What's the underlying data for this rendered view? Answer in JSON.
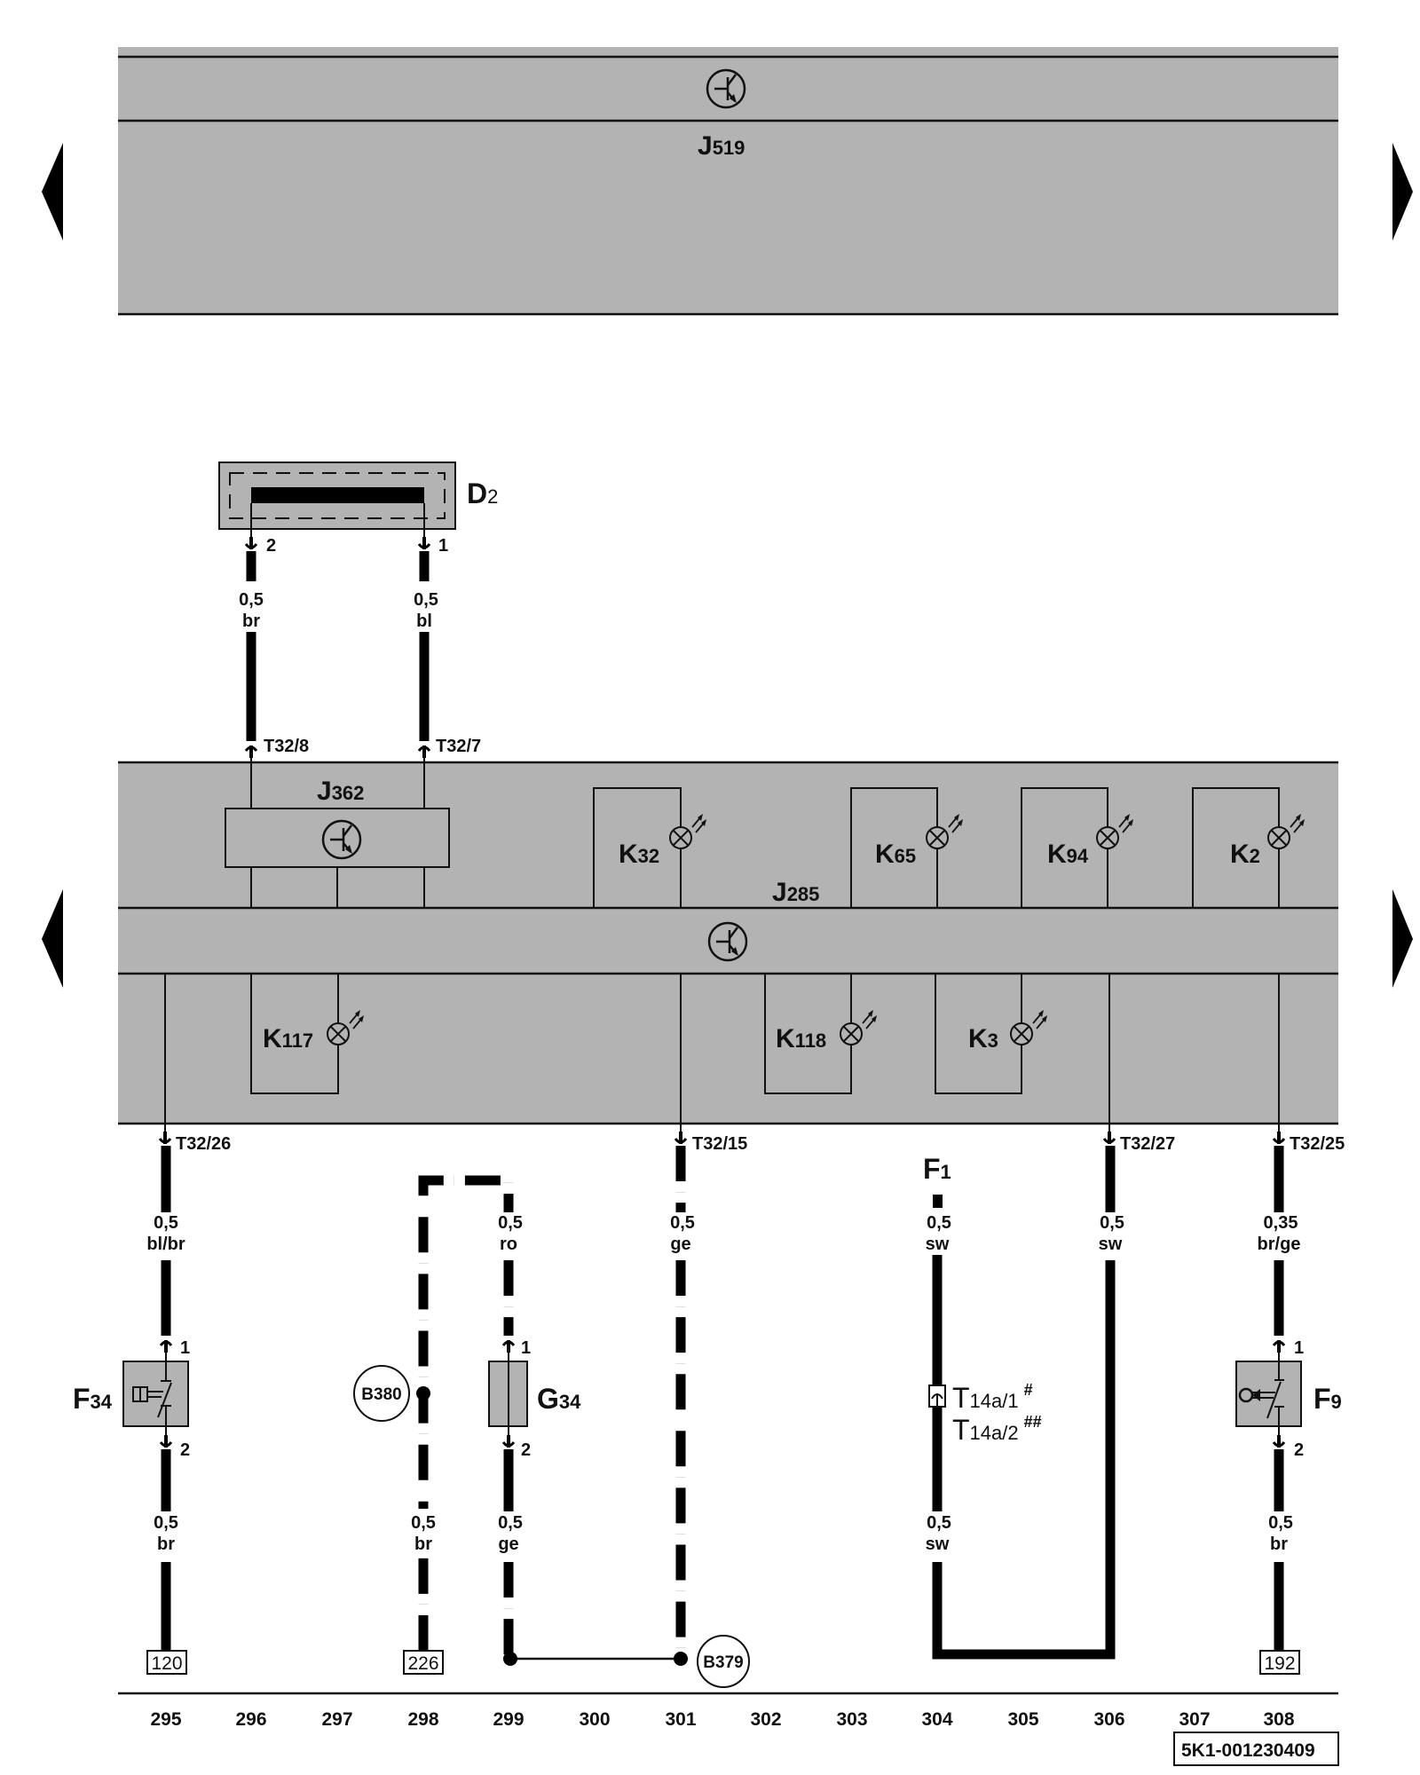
{
  "colors": {
    "module_fill": "#b3b3b3",
    "line": "#000000",
    "background": "#ffffff"
  },
  "nav": {
    "prev_icon": "triangle-left-icon",
    "next_icon": "triangle-right-icon"
  },
  "modules": {
    "j519": {
      "main": "J",
      "sub": "519",
      "icon": "transistor-icon"
    },
    "j285": {
      "main": "J",
      "sub": "285",
      "icon": "transistor-icon"
    },
    "j362": {
      "main": "J",
      "sub": "362",
      "icon": "transistor-icon"
    },
    "d2": {
      "main": "D",
      "sub": "2",
      "pin_left": "2",
      "pin_right": "1"
    }
  },
  "lamps": [
    {
      "main": "K",
      "sub": "32"
    },
    {
      "main": "K",
      "sub": "65"
    },
    {
      "main": "K",
      "sub": "94"
    },
    {
      "main": "K",
      "sub": "2"
    },
    {
      "main": "K",
      "sub": "117"
    },
    {
      "main": "K",
      "sub": "118"
    },
    {
      "main": "K",
      "sub": "3"
    }
  ],
  "connectors": {
    "t32_8": "T32/8",
    "t32_7": "T32/7",
    "t32_26": "T32/26",
    "t32_15": "T32/15",
    "t32_27": "T32/27",
    "t32_25": "T32/25"
  },
  "wires": {
    "d2_pin2": {
      "size": "0,5",
      "color": "br"
    },
    "d2_pin1": {
      "size": "0,5",
      "color": "bl"
    },
    "c295_top": {
      "size": "0,5",
      "color": "bl/br"
    },
    "c295_bot": {
      "size": "0,5",
      "color": "br"
    },
    "c298_bot": {
      "size": "0,5",
      "color": "br"
    },
    "c299_top": {
      "size": "0,5",
      "color": "ro"
    },
    "c299_bot": {
      "size": "0,5",
      "color": "ge"
    },
    "c301": {
      "size": "0,5",
      "color": "ge"
    },
    "c304_top": {
      "size": "0,5",
      "color": "sw"
    },
    "c304_bot": {
      "size": "0,5",
      "color": "sw"
    },
    "c306": {
      "size": "0,5",
      "color": "sw"
    },
    "c308_top": {
      "size": "0,35",
      "color": "br/ge"
    },
    "c308_bot": {
      "size": "0,5",
      "color": "br"
    }
  },
  "components": {
    "f34": {
      "main": "F",
      "sub": "34",
      "pin_top": "1",
      "pin_bot": "2"
    },
    "g34": {
      "main": "G",
      "sub": "34",
      "pin_top": "1",
      "pin_bot": "2"
    },
    "f9": {
      "main": "F",
      "sub": "9",
      "pin_top": "1",
      "pin_bot": "2"
    },
    "f1": {
      "main": "F",
      "sub": "1"
    },
    "t14a_1": {
      "main": "T",
      "sub": "14a/1",
      "note": "#"
    },
    "t14a_2": {
      "main": "T",
      "sub": "14a/2",
      "note": "##"
    }
  },
  "splices": {
    "b380": "B380",
    "b379": "B379"
  },
  "references": {
    "r120": "120",
    "r226": "226",
    "r192": "192"
  },
  "columns": [
    "295",
    "296",
    "297",
    "298",
    "299",
    "300",
    "301",
    "302",
    "303",
    "304",
    "305",
    "306",
    "307",
    "308"
  ],
  "drawing_id": "5K1-001230409"
}
